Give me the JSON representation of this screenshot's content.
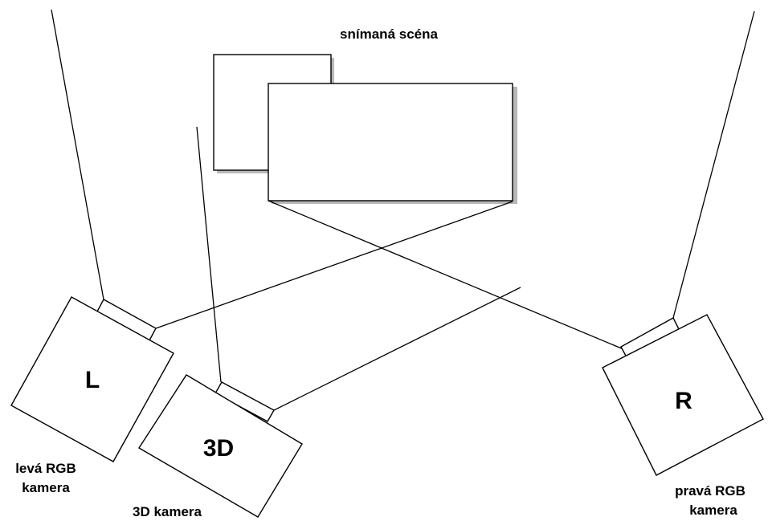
{
  "scene": {
    "label": "snímaná scéna"
  },
  "cameras": {
    "left": {
      "letter": "L",
      "caption_line1": "levá RGB",
      "caption_line2": "kamera"
    },
    "depth": {
      "letter": "3D",
      "caption": "3D kamera"
    },
    "right": {
      "letter": "R",
      "caption_line1": "pravá RGB",
      "caption_line2": "kamera"
    }
  }
}
